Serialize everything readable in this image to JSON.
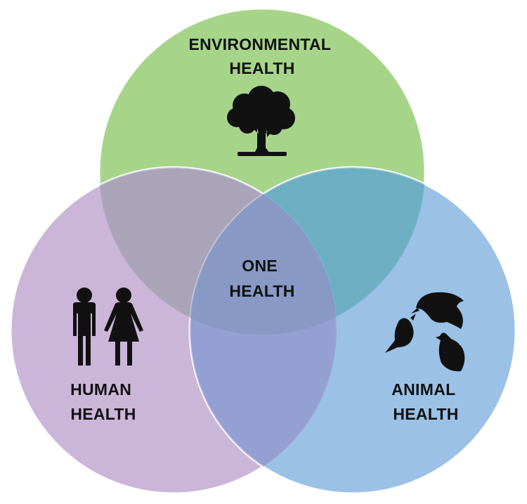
{
  "diagram": {
    "type": "venn",
    "circles": [
      {
        "id": "environmental",
        "label_lines": [
          "ENVIRONMENTAL",
          "HEALTH"
        ],
        "color": "#a6d58a",
        "icon": "tree-icon"
      },
      {
        "id": "human",
        "label_lines": [
          "HUMAN",
          "HEALTH"
        ],
        "color": "#bfa6d2",
        "icon": "people-icon"
      },
      {
        "id": "animal",
        "label_lines": [
          "ANIMAL",
          "HEALTH"
        ],
        "color": "#8fb7df",
        "icon": "birds-icon"
      }
    ],
    "center": {
      "label_lines": [
        "ONE",
        "HEALTH"
      ]
    }
  }
}
